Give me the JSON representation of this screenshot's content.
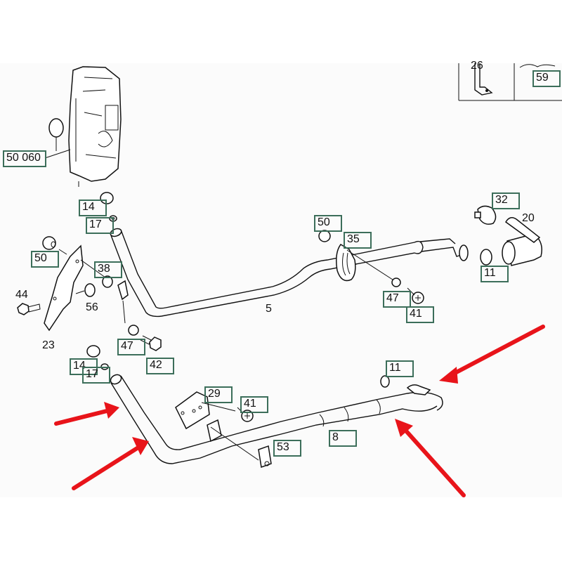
{
  "diagram": {
    "title": "Heater / auxiliary heating pipe assembly parts diagram",
    "accent_colors": {
      "label_box_border": "#3c6e5a",
      "highlight_arrow": "#e8141a",
      "line_art": "#111111"
    },
    "inset": {
      "labels": [
        "26",
        "59"
      ]
    },
    "part_labels": {
      "heater_unit": "50 060",
      "upper_group": {
        "grommet_top": "14",
        "washer_top": "17",
        "bracket_nut": "50",
        "bracket_bushing": "38",
        "bolt_left": "44",
        "nut_56": "56",
        "bracket_23": "23",
        "pipe_upper": "5",
        "washer_47_left": "47",
        "bolt_42": "42",
        "clamp_nut": "50",
        "clamp_35": "35",
        "washer_47_right": "47",
        "bolt_41_right": "41",
        "clamp_32": "32",
        "elbow_20": "20",
        "sleeve_11_upper": "11"
      },
      "lower_group": {
        "grommet_lower": "14",
        "washer_lower": "17",
        "bracket_29": "29",
        "bolt_41_lower": "41",
        "clip_53": "53",
        "pipe_lower": "8",
        "sleeve_11_lower": "11"
      }
    },
    "annotations": {
      "arrow_count": 4,
      "arrow_meaning": "highlighted pipe sections"
    }
  }
}
